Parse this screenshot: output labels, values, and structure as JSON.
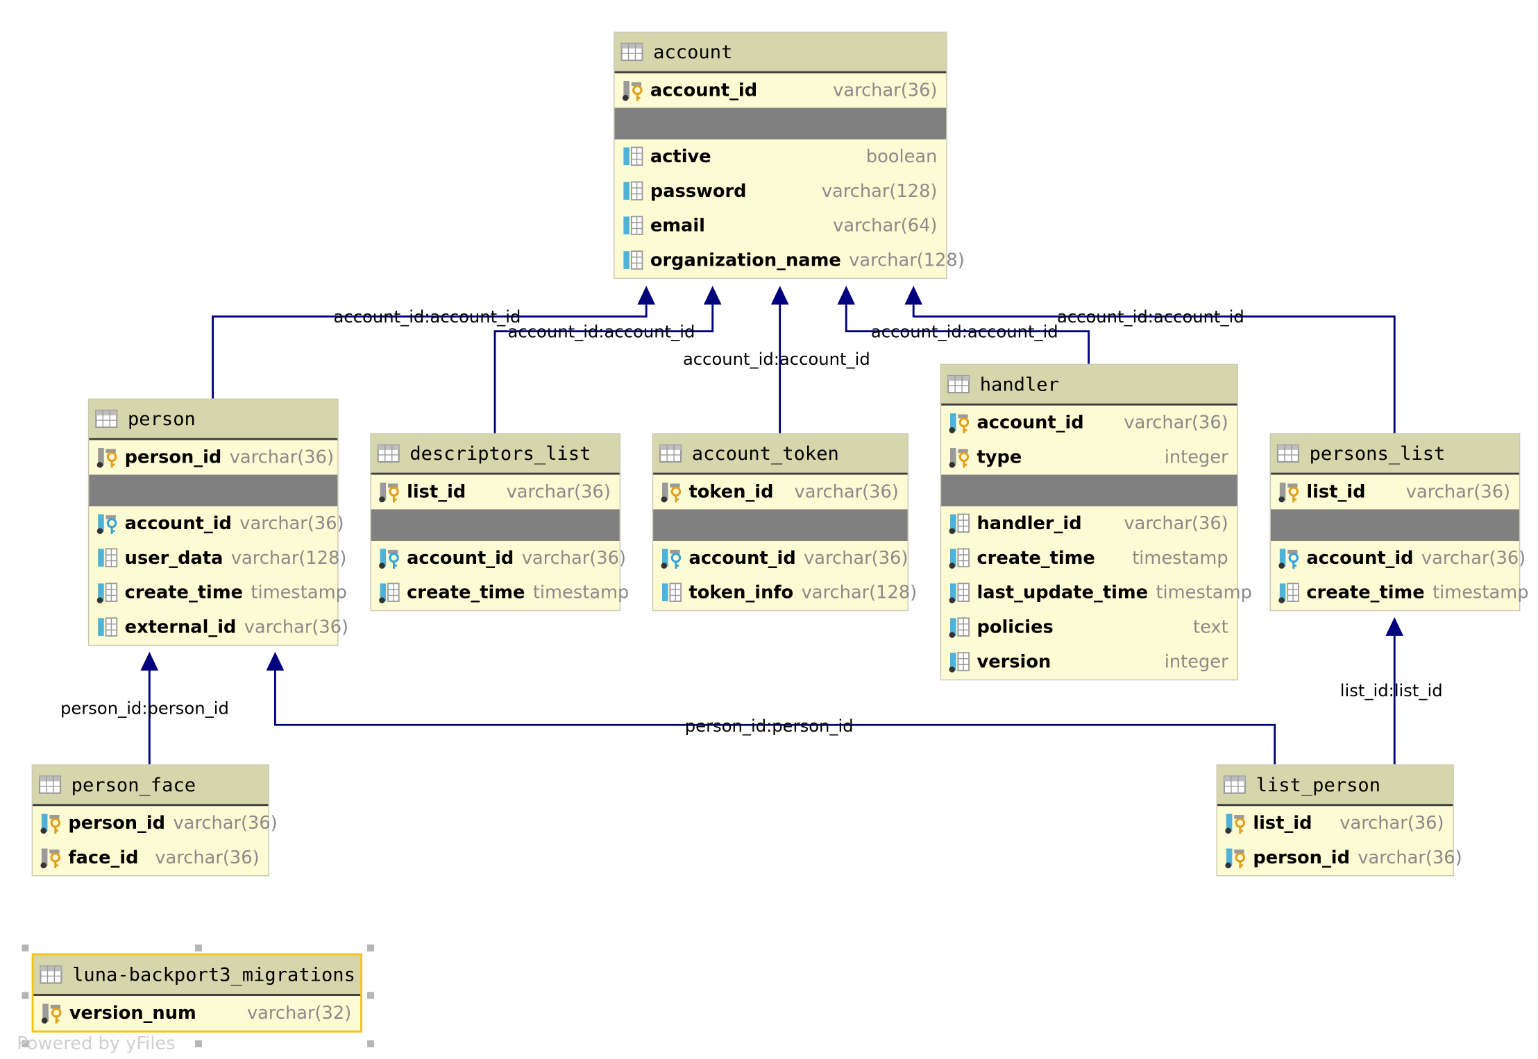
{
  "tables": [
    {
      "id": "account",
      "name": "account",
      "columns": [
        {
          "name": "account_id",
          "type": "varchar(36)",
          "kind": "pk"
        },
        {
          "sep": true
        },
        {
          "name": "active",
          "type": "boolean",
          "kind": "col"
        },
        {
          "name": "password",
          "type": "varchar(128)",
          "kind": "col"
        },
        {
          "name": "email",
          "type": "varchar(64)",
          "kind": "col"
        },
        {
          "name": "organization_name",
          "type": "varchar(128)",
          "kind": "col"
        }
      ]
    },
    {
      "id": "person",
      "name": "person",
      "columns": [
        {
          "name": "person_id",
          "type": "varchar(36)",
          "kind": "pk"
        },
        {
          "sep": true
        },
        {
          "name": "account_id",
          "type": "varchar(36)",
          "kind": "fk"
        },
        {
          "name": "user_data",
          "type": "varchar(128)",
          "kind": "col"
        },
        {
          "name": "create_time",
          "type": "timestamp",
          "kind": "col-idx"
        },
        {
          "name": "external_id",
          "type": "varchar(36)",
          "kind": "col"
        }
      ]
    },
    {
      "id": "descriptors_list",
      "name": "descriptors_list",
      "columns": [
        {
          "name": "list_id",
          "type": "varchar(36)",
          "kind": "pk"
        },
        {
          "sep": true
        },
        {
          "name": "account_id",
          "type": "varchar(36)",
          "kind": "fk"
        },
        {
          "name": "create_time",
          "type": "timestamp",
          "kind": "col-idx"
        }
      ]
    },
    {
      "id": "account_token",
      "name": "account_token",
      "columns": [
        {
          "name": "token_id",
          "type": "varchar(36)",
          "kind": "pk"
        },
        {
          "sep": true
        },
        {
          "name": "account_id",
          "type": "varchar(36)",
          "kind": "fk"
        },
        {
          "name": "token_info",
          "type": "varchar(128)",
          "kind": "col"
        }
      ]
    },
    {
      "id": "handler",
      "name": "handler",
      "columns": [
        {
          "name": "account_id",
          "type": "varchar(36)",
          "kind": "pkfk"
        },
        {
          "name": "type",
          "type": "integer",
          "kind": "pk"
        },
        {
          "sep": true
        },
        {
          "name": "handler_id",
          "type": "varchar(36)",
          "kind": "col-idx"
        },
        {
          "name": "create_time",
          "type": "timestamp",
          "kind": "col-idx"
        },
        {
          "name": "last_update_time",
          "type": "timestamp",
          "kind": "col-idx"
        },
        {
          "name": "policies",
          "type": "text",
          "kind": "col-idx"
        },
        {
          "name": "version",
          "type": "integer",
          "kind": "col-idx"
        }
      ]
    },
    {
      "id": "persons_list",
      "name": "persons_list",
      "columns": [
        {
          "name": "list_id",
          "type": "varchar(36)",
          "kind": "pk"
        },
        {
          "sep": true
        },
        {
          "name": "account_id",
          "type": "varchar(36)",
          "kind": "fk"
        },
        {
          "name": "create_time",
          "type": "timestamp",
          "kind": "col-idx"
        }
      ]
    },
    {
      "id": "person_face",
      "name": "person_face",
      "columns": [
        {
          "name": "person_id",
          "type": "varchar(36)",
          "kind": "pkfk"
        },
        {
          "name": "face_id",
          "type": "varchar(36)",
          "kind": "pk"
        }
      ]
    },
    {
      "id": "list_person",
      "name": "list_person",
      "columns": [
        {
          "name": "list_id",
          "type": "varchar(36)",
          "kind": "pkfk"
        },
        {
          "name": "person_id",
          "type": "varchar(36)",
          "kind": "pkfk"
        }
      ]
    },
    {
      "id": "migrations",
      "name": "luna-backport3_migrations",
      "selected": true,
      "columns": [
        {
          "name": "version_num",
          "type": "varchar(32)",
          "kind": "pk"
        }
      ]
    }
  ],
  "edge_labels": [
    "account_id:account_id",
    "account_id:account_id",
    "account_id:account_id",
    "account_id:account_id",
    "account_id:account_id",
    "person_id:person_id",
    "person_id:person_id",
    "list_id:list_id"
  ],
  "footer": "Powered by yFiles",
  "colors": {
    "header": "#d6d6ac",
    "body": "#fdfbd3",
    "separator": "#808080",
    "edge": "#00007f",
    "selection": "#f2c40e",
    "key": "#e0a020",
    "fk": "#3aa3d6"
  }
}
